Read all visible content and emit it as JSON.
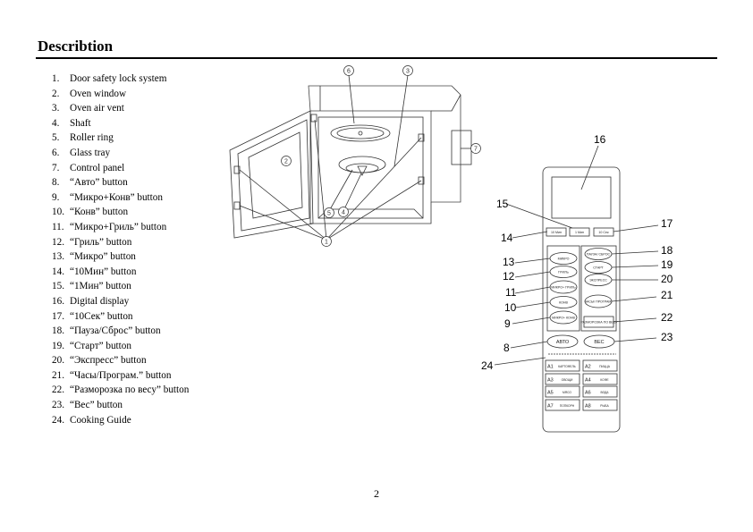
{
  "heading": "Describtion",
  "items": [
    {
      "num": "1.",
      "text": "Door safety lock system"
    },
    {
      "num": "2.",
      "text": "Oven window"
    },
    {
      "num": "3.",
      "text": "Oven air vent"
    },
    {
      "num": "4.",
      "text": "Shaft"
    },
    {
      "num": "5.",
      "text": "Roller ring"
    },
    {
      "num": "6.",
      "text": "Glass tray"
    },
    {
      "num": "7.",
      "text": "Control panel"
    },
    {
      "num": "8.",
      "text": "“Авто” button"
    },
    {
      "num": "9.",
      "text": "“Микро+Конв” button"
    },
    {
      "num": "10.",
      "text": "“Конв” button"
    },
    {
      "num": "11.",
      "text": "“Микро+Гриль” button"
    },
    {
      "num": "12.",
      "text": "“Гриль” button"
    },
    {
      "num": "13.",
      "text": "“Микро” button"
    },
    {
      "num": "14.",
      "text": "“10Мин” button"
    },
    {
      "num": "15.",
      "text": "“1Мин” button"
    },
    {
      "num": "16.",
      "text": "Digital display"
    },
    {
      "num": "17.",
      "text": "“10Сек” button"
    },
    {
      "num": "18.",
      "text": "“Пауза/Сброс” button"
    },
    {
      "num": "19.",
      "text": "“Старт” button"
    },
    {
      "num": "20.",
      "text": "“Экспресс” button"
    },
    {
      "num": "21.",
      "text": "“Часы/Програм.” button"
    },
    {
      "num": "22.",
      "text": "“Разморозка по весу” button"
    },
    {
      "num": "23.",
      "text": "“Вес” button"
    },
    {
      "num": "24.",
      "text": "Cooking Guide"
    }
  ],
  "oven_callouts": {
    "c1": "1",
    "c2": "2",
    "c3": "3",
    "c4": "4",
    "c5": "5",
    "c6": "6",
    "c7": "7"
  },
  "panel_callouts": {
    "n8": "8",
    "n9": "9",
    "n10": "10",
    "n11": "11",
    "n12": "12",
    "n13": "13",
    "n14": "14",
    "n15": "15",
    "n16": "16",
    "n17": "17",
    "n18": "18",
    "n19": "19",
    "n20": "20",
    "n21": "21",
    "n22": "22",
    "n23": "23",
    "n24": "24"
  },
  "panel": {
    "btn_10min": "10 Мин",
    "btn_1min": "1 Мин",
    "btn_10sec": "10 Сек",
    "micro": "МИКРО",
    "grill": "ГРИЛЬ",
    "micro_grill": "МИКРО+ ГРИЛЬ",
    "conv": "КОНВ",
    "micro_conv": "МИКРО+ КОНВ",
    "pause": "ПАУЗА/ СБРОС",
    "start": "СТАРТ",
    "express": "ЭКСПРЕСС",
    "clock": "ЧАСЫ/ ПРОГРАМ.",
    "defrost": "РАЗМОРОЗКА ПО ВЕСУ",
    "auto": "АВТО",
    "weight": "ВЕС",
    "guide": [
      {
        "code": "A1",
        "text": "КАРТОФЕЛЬ"
      },
      {
        "code": "A2",
        "text": "ПИЦЦА"
      },
      {
        "code": "A3",
        "text": "ОВОЩИ"
      },
      {
        "code": "A4",
        "text": "КОФЕ"
      },
      {
        "code": "A5",
        "text": "МЯСО"
      },
      {
        "code": "A6",
        "text": "ВОДА"
      },
      {
        "code": "A7",
        "text": "ПОПКОРН"
      },
      {
        "code": "A8",
        "text": "РЫБА"
      }
    ]
  },
  "page_number": "2"
}
